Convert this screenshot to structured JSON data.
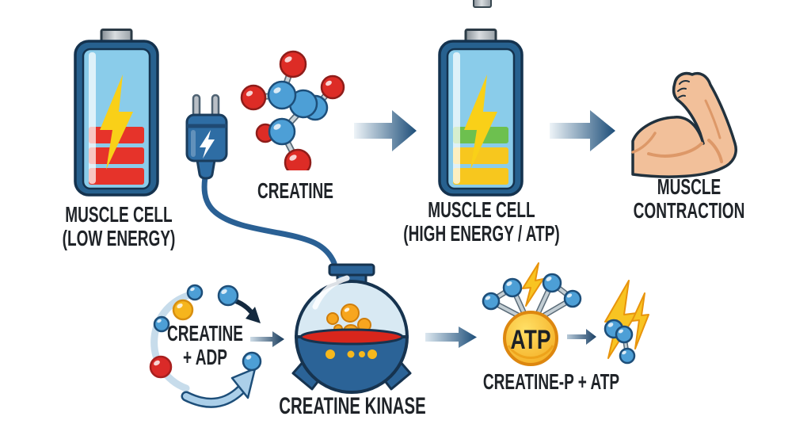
{
  "colors": {
    "navy_outline": "#16334f",
    "battery_band": "#27618f",
    "battery_fill": "#8accea",
    "bolt_yellow": "#f9d018",
    "bar_red": "#e6332a",
    "bar_green": "#6dc04f",
    "bar_yellow": "#f7c71e",
    "plug_blue": "#2e6da4",
    "flask_blue": "#2b6397",
    "liquid_red": "#d8261c",
    "atom_blue": "#4d9fd6",
    "atom_red": "#dd2c26",
    "atom_yellow": "#f6b51d",
    "bubble_orange": "#f7a61f",
    "atp_gold": "#f6af25",
    "atp_rim": "#dd870f",
    "skin": "#f2c09a",
    "skin_shadow": "#dd9868",
    "arrow_dark": "#1d4e79",
    "arrow_light": "#edf3f8",
    "pale_arc": "#c7dceb",
    "text": "#1f2328"
  },
  "labels": {
    "battery_low_1": "MUSCLE CELL",
    "battery_low_2": "(LOW ENERGY)",
    "creatine": "CREATINE",
    "battery_high_1": "MUSCLE CELL",
    "battery_high_2": "(HIGH ENERGY / ATP)",
    "muscle_1": "MUSCLE",
    "muscle_2": "CONTRACTION",
    "cycle_1": "CREATINE",
    "cycle_2": "+ ADP",
    "kinase": "CREATINE KINASE",
    "atp_badge": "ATP",
    "product": "CREATINE-P + ATP"
  },
  "icons": {
    "battery_low": "battery-low-energy-icon",
    "plug": "power-plug-icon",
    "creatine_molecule": "molecule-icon",
    "battery_high": "battery-high-energy-icon",
    "muscle_arm": "flexed-bicep-icon",
    "cycle": "reaction-cycle-icon",
    "flask": "round-flask-icon",
    "atp": "atp-energy-icon",
    "sparks": "lightning-molecule-icon",
    "arrows": "right-arrow-icon"
  }
}
